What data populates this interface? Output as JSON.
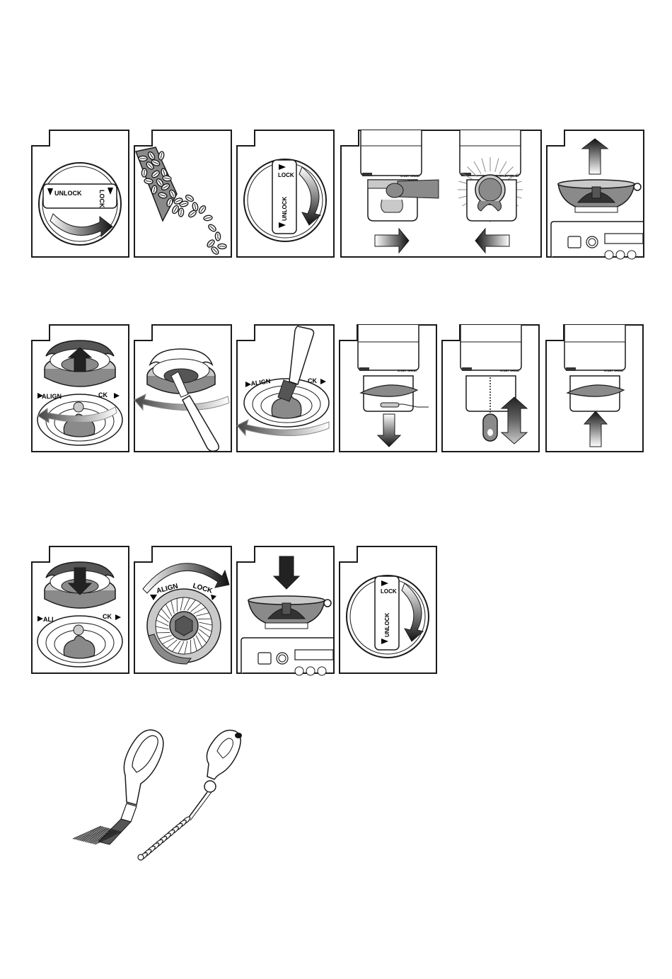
{
  "labels": {
    "unlock": "UNLOCK",
    "lock": "LOCK",
    "align": "ALIGN",
    "ck": "CK",
    "ali": "ALI",
    "start_grind": "START GRIND"
  },
  "colors": {
    "line": "#1a1a1a",
    "gray": "#8a8a8a",
    "light_gray": "#c9c9c9",
    "dark_gray": "#555555",
    "bean": "#2a2a2a"
  },
  "icons": [
    "arrow-icon",
    "coffee-bean-icon",
    "burr-icon",
    "bean-hopper-icon",
    "brush-icon",
    "cleaning-tool-icon"
  ]
}
